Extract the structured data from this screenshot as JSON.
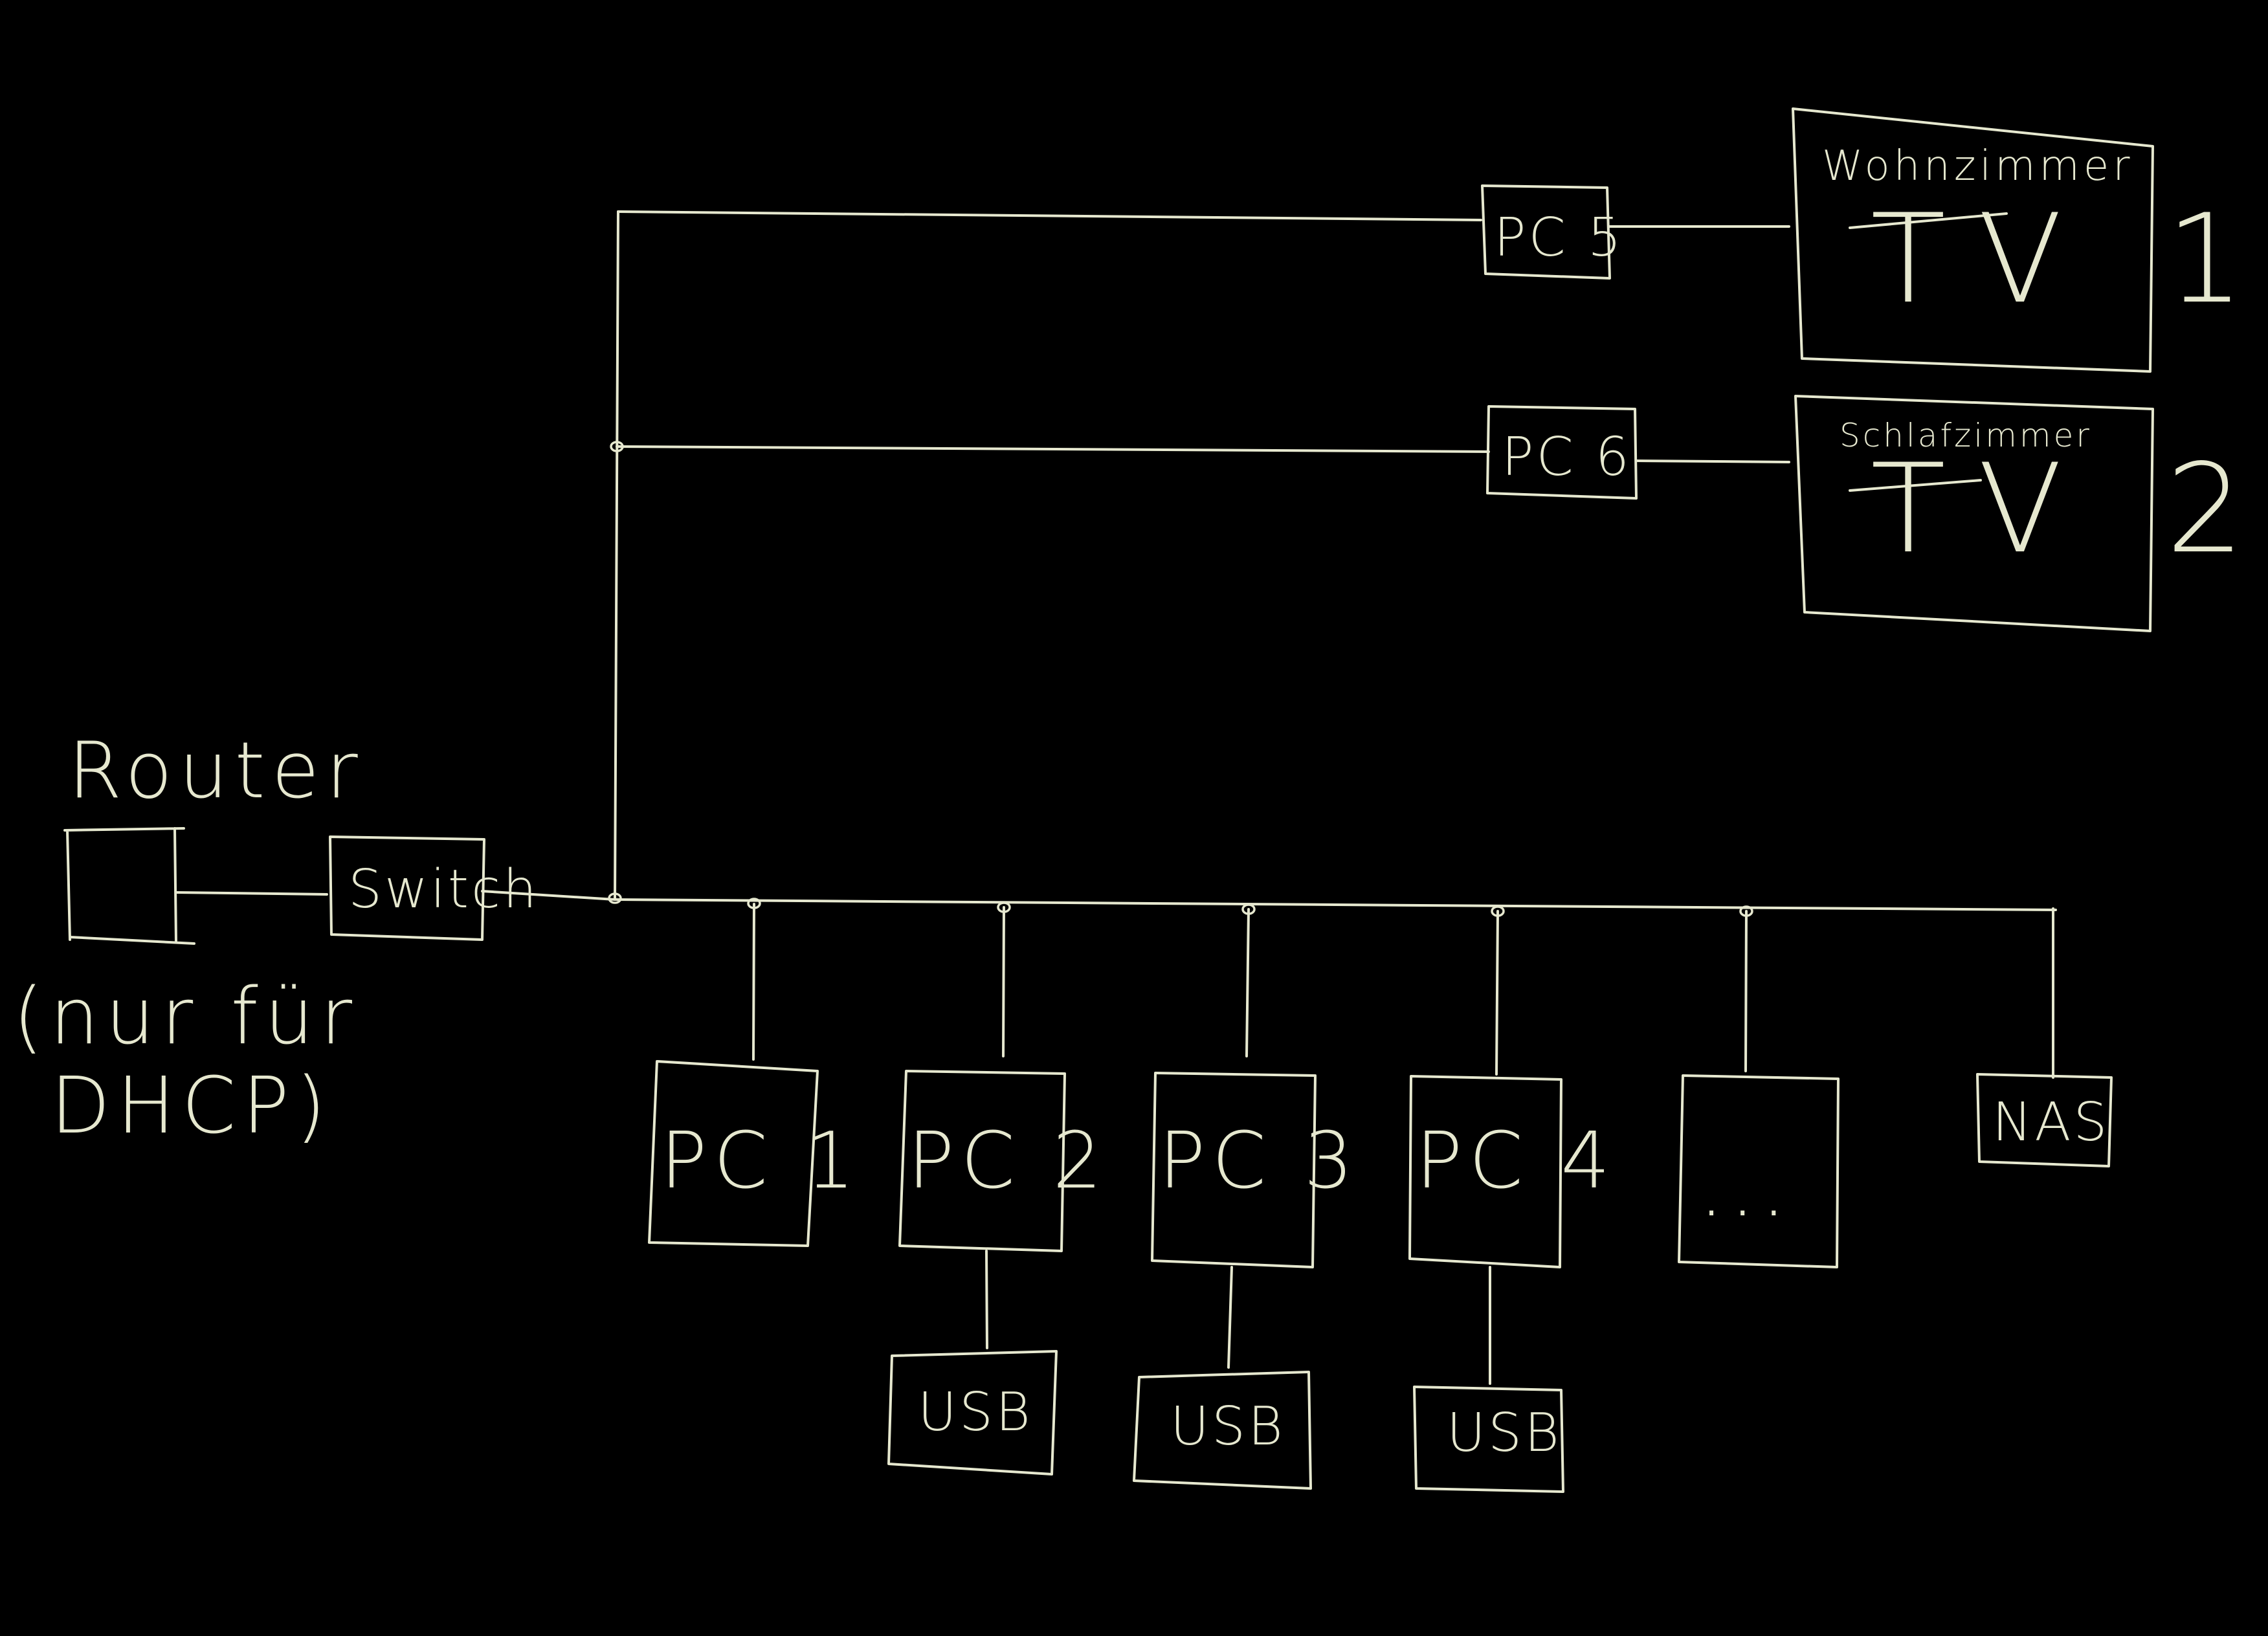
{
  "nodes": {
    "router": {
      "label": "Router",
      "note_line1": "(nur für",
      "note_line2": "DHCP)"
    },
    "switch": {
      "label": "Switch"
    },
    "pc1": {
      "label": "PC 1"
    },
    "pc2": {
      "label": "PC 2"
    },
    "pc3": {
      "label": "PC 3"
    },
    "pc4": {
      "label": "PC 4"
    },
    "pc_more": {
      "label": "..."
    },
    "nas": {
      "label": "NAS"
    },
    "usb2": {
      "label": "USB"
    },
    "usb3": {
      "label": "USB"
    },
    "usb4": {
      "label": "USB"
    },
    "pc5": {
      "label": "PC 5"
    },
    "pc6": {
      "label": "PC 6"
    },
    "tv1": {
      "room": "Wohnzimmer",
      "label": "TV 1"
    },
    "tv2": {
      "room": "Schlafzimmer",
      "label": "TV 2"
    }
  },
  "colors": {
    "background": "#000000",
    "ink": "#e6e8cf"
  }
}
